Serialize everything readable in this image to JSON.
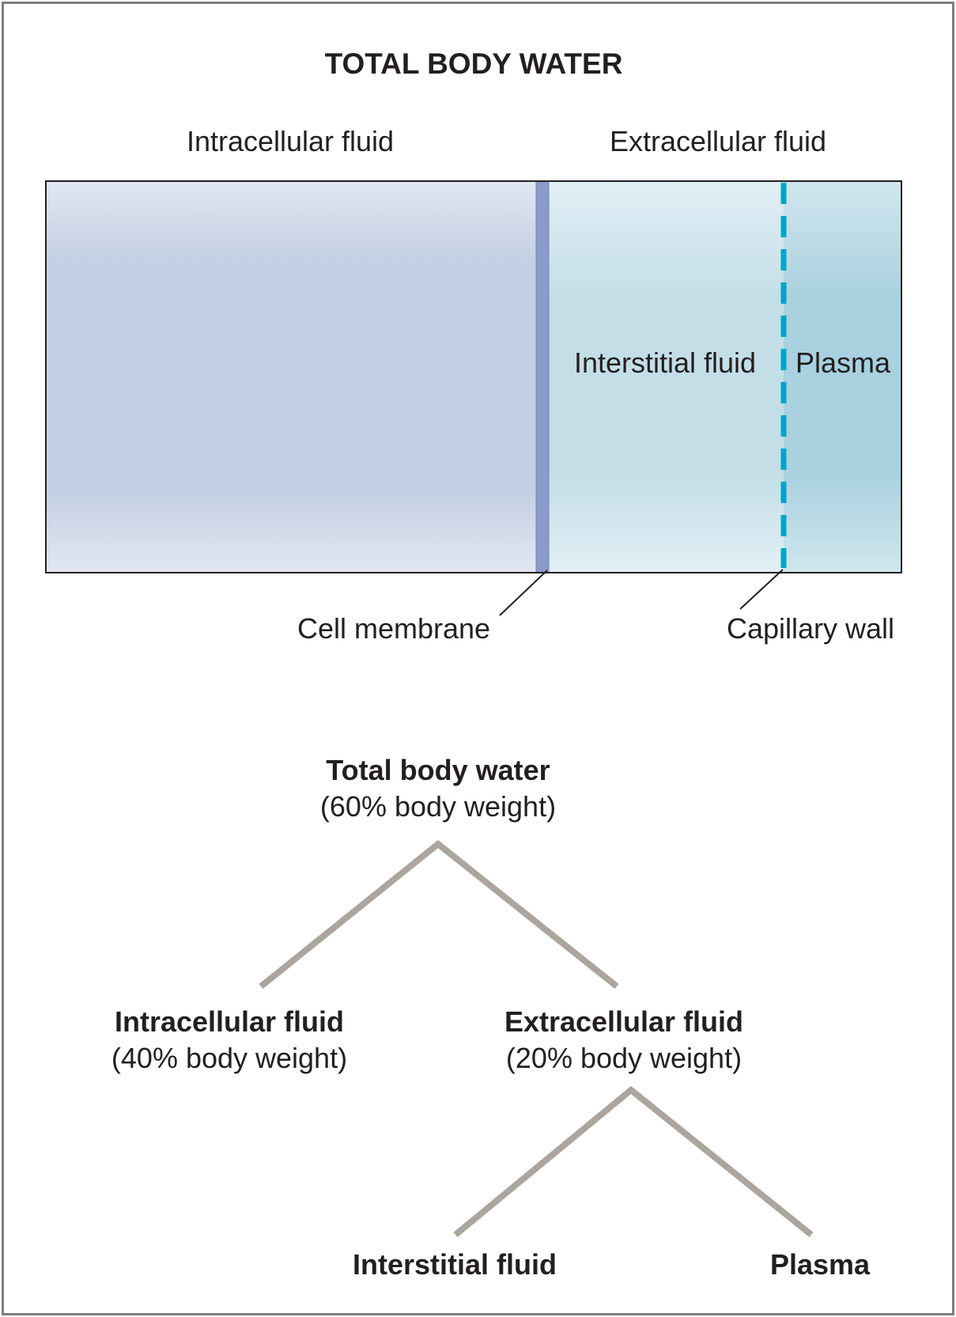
{
  "title": "TOTAL BODY WATER",
  "compartment_diagram": {
    "header_labels": {
      "intracellular": "Intracellular fluid",
      "extracellular": "Extracellular fluid"
    },
    "region_labels": {
      "interstitial": "Interstitial fluid",
      "plasma": "Plasma"
    },
    "callouts": {
      "cell_membrane": "Cell membrane",
      "capillary_wall": "Capillary wall"
    },
    "colors": {
      "intracellular": "#c5d0e4",
      "interstitial": "#c4dee8",
      "plasma": "#a9d1df",
      "cell_membrane": "#8a9acb",
      "capillary_wall": "#00a5c4",
      "outline": "#231f20"
    }
  },
  "tree": {
    "root": {
      "title": "Total body water",
      "subtitle": "(60% body weight)"
    },
    "intracellular": {
      "title": "Intracellular fluid",
      "subtitle": "(40% body weight)"
    },
    "extracellular": {
      "title": "Extracellular fluid",
      "subtitle": "(20% body weight)"
    },
    "interstitial": {
      "title": "Interstitial fluid"
    },
    "plasma": {
      "title": "Plasma"
    },
    "line_color": "#aca59d"
  }
}
